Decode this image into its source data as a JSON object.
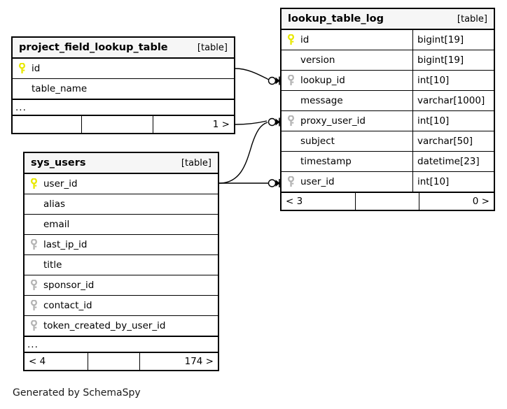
{
  "diagram": {
    "type": "entity-relationship",
    "caption": "Generated by SchemaSpy",
    "kind_label": "[table]"
  },
  "tables": [
    {
      "id": "project_field_lookup_table",
      "name": "project_field_lookup_table",
      "kind": "[table]",
      "columns": [
        {
          "name": "id",
          "key": "primary",
          "type": ""
        },
        {
          "name": "table_name",
          "key": "none",
          "type": ""
        }
      ],
      "has_more": true,
      "more_label": "...",
      "footer": {
        "left": "",
        "middle": "",
        "right": "1 >"
      }
    },
    {
      "id": "sys_users",
      "name": "sys_users",
      "kind": "[table]",
      "columns": [
        {
          "name": "user_id",
          "key": "primary",
          "type": ""
        },
        {
          "name": "alias",
          "key": "none",
          "type": ""
        },
        {
          "name": "email",
          "key": "none",
          "type": ""
        },
        {
          "name": "last_ip_id",
          "key": "foreign",
          "type": ""
        },
        {
          "name": "title",
          "key": "none",
          "type": ""
        },
        {
          "name": "sponsor_id",
          "key": "foreign",
          "type": ""
        },
        {
          "name": "contact_id",
          "key": "foreign",
          "type": ""
        },
        {
          "name": "token_created_by_user_id",
          "key": "foreign",
          "type": ""
        }
      ],
      "has_more": true,
      "more_label": "...",
      "footer": {
        "left": "< 4",
        "middle": "",
        "right": "174 >"
      }
    },
    {
      "id": "lookup_table_log",
      "name": "lookup_table_log",
      "kind": "[table]",
      "columns": [
        {
          "name": "id",
          "key": "primary",
          "type": "bigint[19]"
        },
        {
          "name": "version",
          "key": "none",
          "type": "bigint[19]"
        },
        {
          "name": "lookup_id",
          "key": "foreign",
          "type": "int[10]"
        },
        {
          "name": "message",
          "key": "none",
          "type": "varchar[1000]"
        },
        {
          "name": "proxy_user_id",
          "key": "foreign",
          "type": "int[10]"
        },
        {
          "name": "subject",
          "key": "none",
          "type": "varchar[50]"
        },
        {
          "name": "timestamp",
          "key": "none",
          "type": "datetime[23]"
        },
        {
          "name": "user_id",
          "key": "foreign",
          "type": "int[10]"
        }
      ],
      "has_more": false,
      "more_label": "",
      "footer": {
        "left": "< 3",
        "middle": "",
        "right": "0 >"
      }
    }
  ],
  "relationships": [
    {
      "name": "project_field_lookup_table-id-to-lookup_table_log-lookup_id",
      "from_table": "project_field_lookup_table",
      "from_column": "id",
      "to_table": "lookup_table_log",
      "to_column": "lookup_id",
      "cardinality": "one-to-many"
    },
    {
      "name": "project_field_lookup_table-to-lookup_table_log-proxy_user_id",
      "from_table": "project_field_lookup_table",
      "from_column": "",
      "to_table": "lookup_table_log",
      "to_column": "proxy_user_id",
      "cardinality": "one-to-many"
    },
    {
      "name": "sys_users-user_id-to-lookup_table_log-user_id",
      "from_table": "sys_users",
      "from_column": "user_id",
      "to_table": "lookup_table_log",
      "to_column": "user_id",
      "cardinality": "one-to-many"
    }
  ],
  "colors": {
    "primary_key": "#e8e800",
    "foreign_key": "#b4b4b4",
    "border": "#000000",
    "header_bg": "#f6f6f6",
    "background": "#ffffff"
  }
}
